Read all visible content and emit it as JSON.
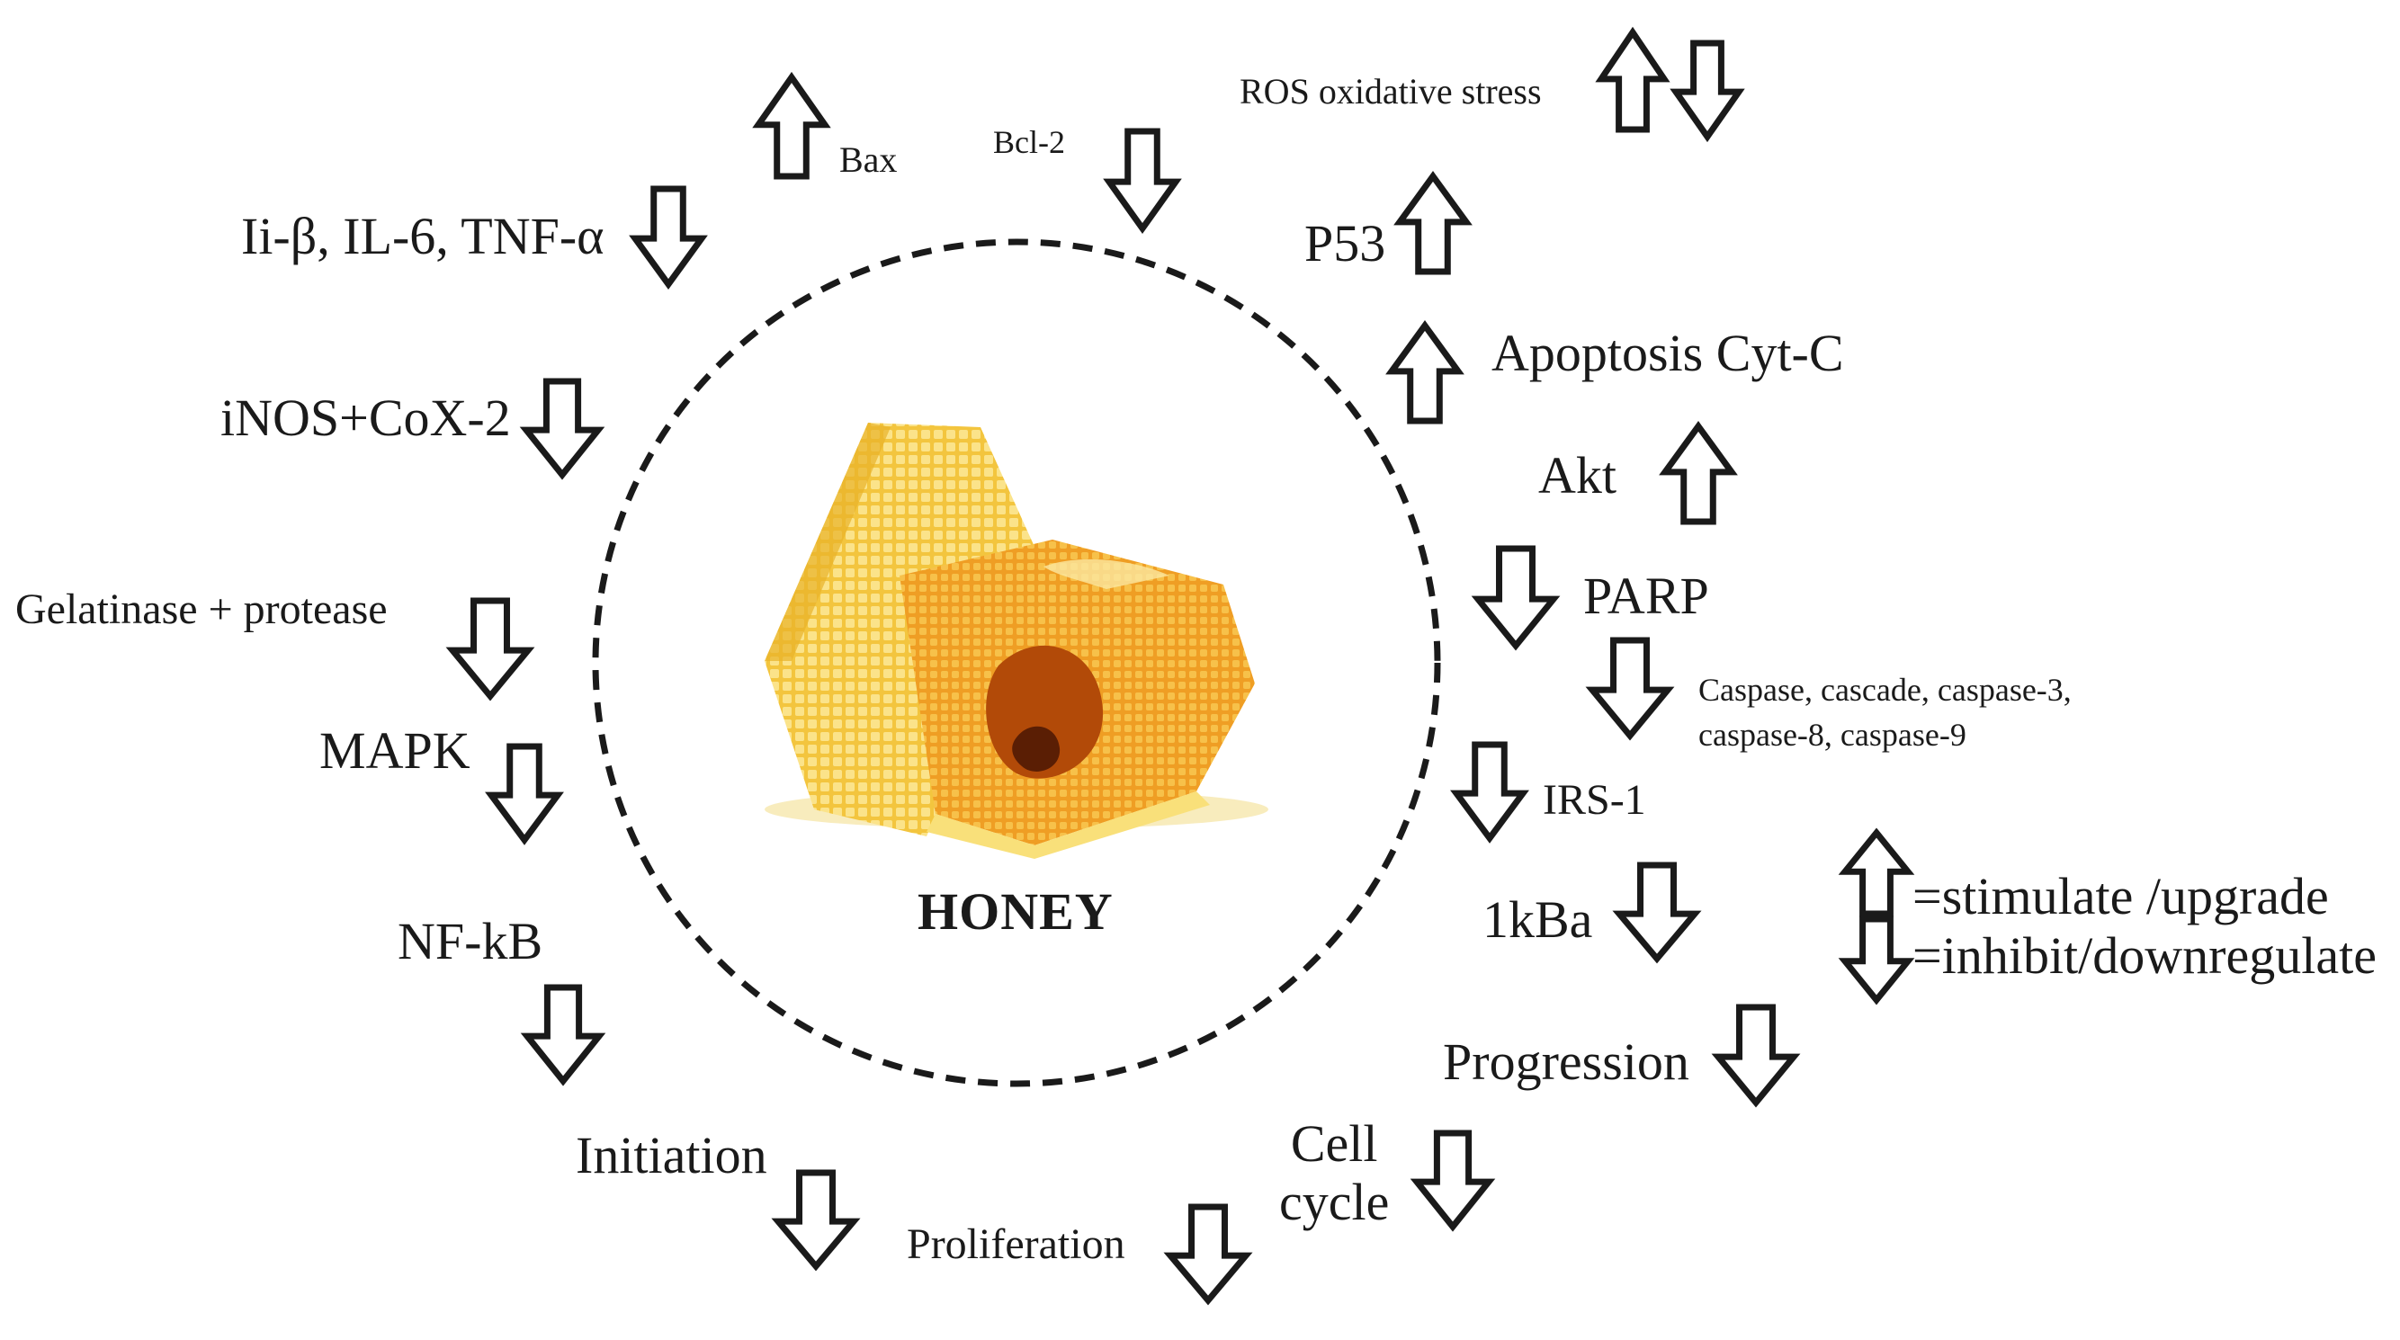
{
  "center": {
    "title": "HONEY"
  },
  "labels": {
    "bax": "Bax",
    "bcl2": "Bcl-2",
    "ros": "ROS oxidative stress",
    "il": "Ii-β, IL-6, TNF-α",
    "p53": "P53",
    "apoptosis": "Apoptosis Cyt-C",
    "inos": "iNOS+CoX-2",
    "akt": "Akt",
    "parp": "PARP",
    "gelatinase": "Gelatinase + protease",
    "caspase_line1": "Caspase, cascade, caspase-3,",
    "caspase_line2": "caspase-8, caspase-9",
    "mapk": "MAPK",
    "irs1": "IRS-1",
    "nfkb": "NF-kB",
    "ikba": "1kBa",
    "progression": "Progression",
    "initiation": "Initiation",
    "cell_line1": "Cell",
    "cell_line2": "cycle",
    "proliferation": "Proliferation"
  },
  "legend": {
    "stimulate": "=stimulate /upgrade",
    "inhibit": "=inhibit/downregulate"
  },
  "arrows": {
    "bax": "up",
    "bcl2": "down",
    "ros_a": "up",
    "ros_b": "down",
    "il": "down",
    "p53": "up",
    "apoptosis": "up",
    "inos": "down",
    "akt": "up",
    "parp": "down",
    "gelatinase": "down",
    "caspase": "down",
    "mapk": "down",
    "irs1": "down",
    "nfkb": "down",
    "ikba": "down",
    "progression": "down",
    "initiation": "down",
    "cell_cycle": "down",
    "proliferation": "down"
  },
  "colors": {
    "line": "#1a1a1a",
    "honey_light": "#f7d25a",
    "honey_mid": "#f0a81e",
    "honey_dark": "#c2550c"
  }
}
